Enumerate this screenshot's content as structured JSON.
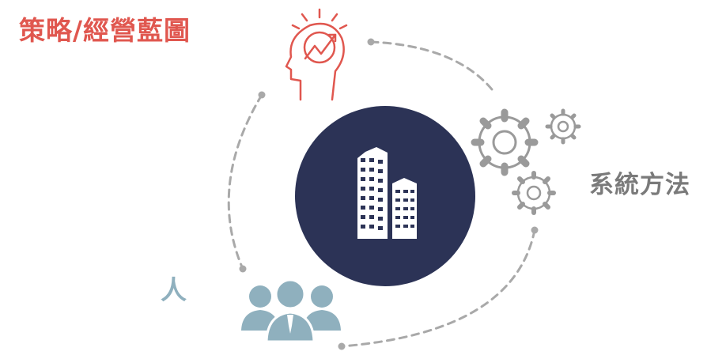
{
  "labels": {
    "strategy": "策略/經營藍圖",
    "system": "系統方法",
    "people": "人"
  },
  "colors": {
    "strategy": "#e0574f",
    "system": "#7a7a7a",
    "people": "#8fb0be",
    "center": "#2c3356",
    "ring": "#a9a9a9",
    "icon_white": "#ffffff"
  },
  "icons": {
    "strategy": "head-with-growth-chart-icon",
    "system": "gears-icon",
    "people": "people-group-icon",
    "center": "office-buildings-icon"
  }
}
